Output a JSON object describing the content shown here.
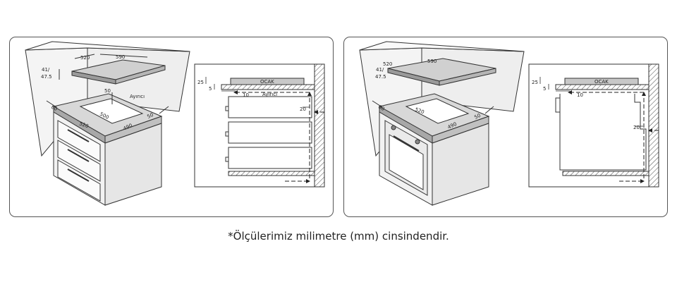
{
  "left": {
    "iso": {
      "dim_depth": "520",
      "dim_width": "590",
      "dim_height_a": "41/",
      "dim_height_b": "47.5",
      "dim_back": "50",
      "separator": "Ayırıcı",
      "dim_front": "80",
      "dim_cut_depth": "500",
      "dim_cut_depth2": "520",
      "dim_cut_width": "490",
      "dim_side": "50"
    },
    "section": {
      "dim_25": "25",
      "dim_5": "5",
      "hob": "OCAK",
      "dim_10": "10",
      "separator": "Ayırıcı",
      "dim_20": "20"
    }
  },
  "right": {
    "iso": {
      "dim_depth": "520",
      "dim_width": "590",
      "dim_height_a": "41/",
      "dim_height_b": "47.5",
      "dim_front": "80",
      "dim_cut_depth": "520",
      "dim_cut_width": "490",
      "dim_side": "50"
    },
    "section": {
      "dim_25": "25",
      "dim_5": "5",
      "hob": "OCAK",
      "dim_10": "10",
      "dim_20": "20"
    }
  },
  "caption": "*Ölçülerimiz milimetre (mm) cinsindendir."
}
